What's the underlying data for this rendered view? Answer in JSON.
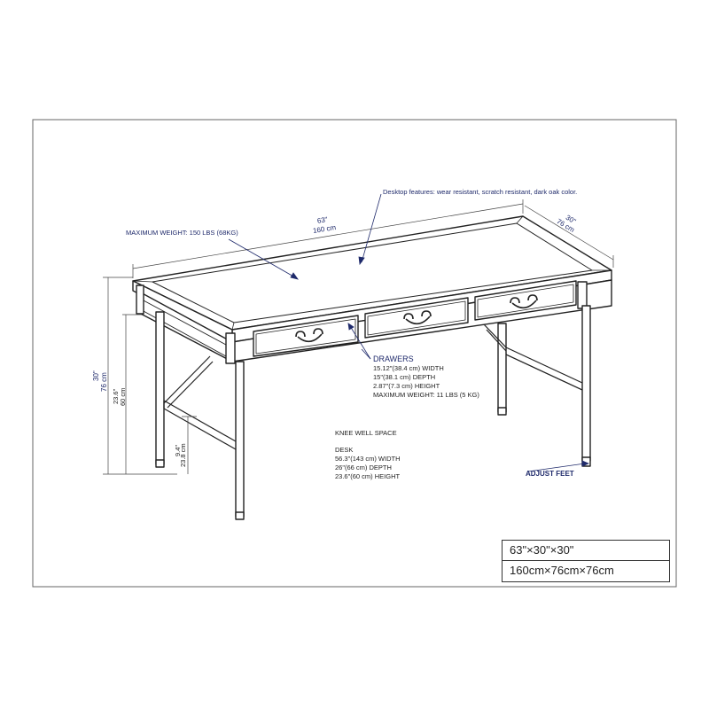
{
  "annotations": {
    "desktop_features": "Desktop features: wear resistant, scratch resistant, dark oak color.",
    "max_weight": "MAXIMUM WEIGHT: 150 LBS (68KG)",
    "length_in": "63\"",
    "length_cm": "160  cm",
    "depth_in": "30\"",
    "depth_cm": "76  cm",
    "height_in": "30\"",
    "height_cm": "76  cm",
    "knee_height_in": "23.6\"",
    "knee_height_cm": "60  cm",
    "stretcher_height_in": "9.4\"",
    "stretcher_height_cm": "23.8  cm",
    "adjust_feet": "ADJUST FEET"
  },
  "drawers": {
    "title": "DRAWERS",
    "lines": [
      "15.12\"(38.4 cm) WIDTH",
      "15\"(38.1 cm) DEPTH",
      "2.87\"(7.3 cm) HEIGHT",
      "MAXIMUM WEIGHT: 11 LBS (5 KG)"
    ]
  },
  "knee_well": {
    "title": "KNEE WELL SPACE",
    "subtitle": "DESK",
    "lines": [
      "56.3\"(143 cm) WIDTH",
      "26\"(66 cm) DEPTH",
      "23.6\"(60 cm) HEIGHT"
    ]
  },
  "size_box": {
    "imperial": "63\"×30\"×30\"",
    "metric": "160cm×76cm×76cm"
  },
  "colors": {
    "annotation": "#1f2a6b",
    "line": "#222222",
    "frame": "#555555"
  }
}
